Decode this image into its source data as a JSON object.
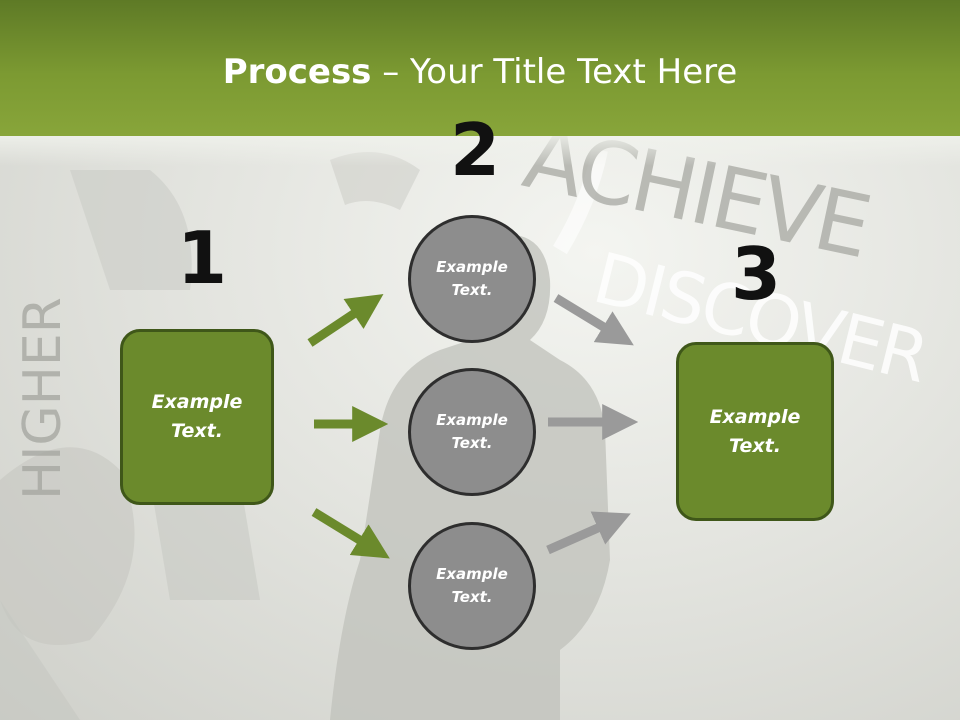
{
  "header": {
    "title_bold": "Process",
    "title_rest": " – Your Title Text Here"
  },
  "background_words": [
    "HIGHER",
    "ACHIEVE",
    "DISCOVER"
  ],
  "steps": {
    "n1": "1",
    "n2": "2",
    "n3": "3"
  },
  "nodes": {
    "left_box": "Example Text.",
    "circle_top": "Example Text.",
    "circle_mid": "Example Text.",
    "circle_bot": "Example Text.",
    "right_box": "Example Text."
  },
  "colors": {
    "header_green": "#7c9a32",
    "box_green": "#6b8a2c",
    "box_border": "#3f5719",
    "circle_gray": "#8d8d8d",
    "arrow_green": "#6b8a2c",
    "arrow_gray": "#9a9a9a"
  }
}
